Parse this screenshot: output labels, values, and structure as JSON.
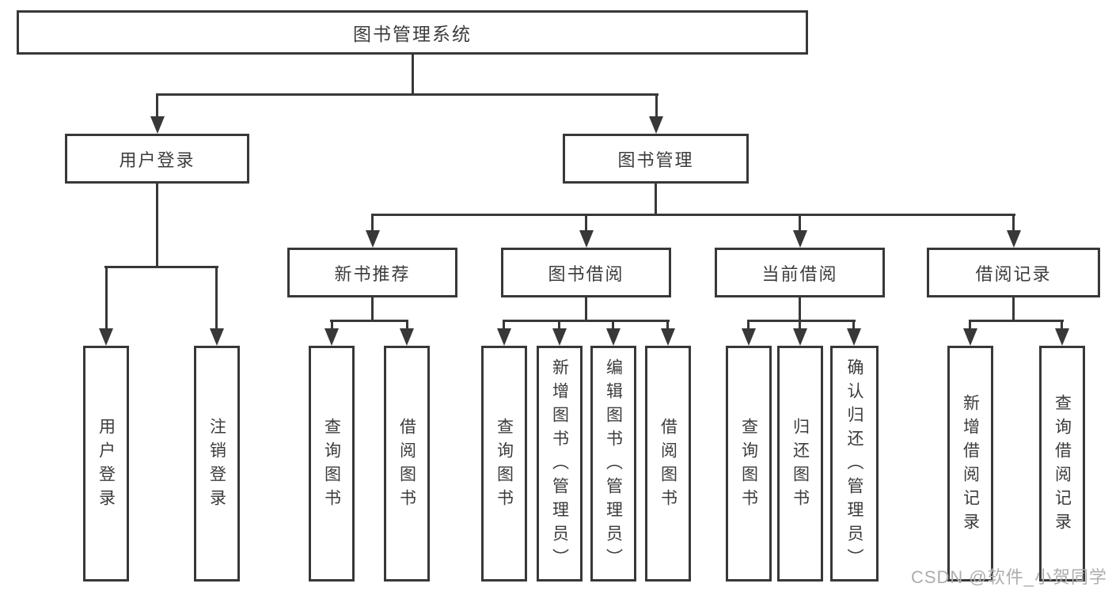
{
  "colors": {
    "line": "#383838",
    "text": "#3c3c3c",
    "box_fill": "#ffffff",
    "watermark": "#adadad",
    "background": "#ffffff"
  },
  "tree": {
    "label": "图书管理系统",
    "children": [
      {
        "label": "用户登录",
        "children": [
          {
            "label": "用户登录"
          },
          {
            "label": "注销登录"
          }
        ]
      },
      {
        "label": "图书管理",
        "children": [
          {
            "label": "新书推荐",
            "children": [
              {
                "label": "查询图书"
              },
              {
                "label": "借阅图书"
              }
            ]
          },
          {
            "label": "图书借阅",
            "children": [
              {
                "label": "查询图书"
              },
              {
                "label": "新增图书（管理员）"
              },
              {
                "label": "编辑图书（管理员）"
              },
              {
                "label": "借阅图书"
              }
            ]
          },
          {
            "label": "当前借阅",
            "children": [
              {
                "label": "查询图书"
              },
              {
                "label": "归还图书"
              },
              {
                "label": "确认归还（管理员）"
              }
            ]
          },
          {
            "label": "借阅记录",
            "children": [
              {
                "label": "新增借阅记录"
              },
              {
                "label": "查询借阅记录"
              }
            ]
          }
        ]
      }
    ]
  },
  "watermark": {
    "text": "CSDN @软件_小贺同学"
  }
}
